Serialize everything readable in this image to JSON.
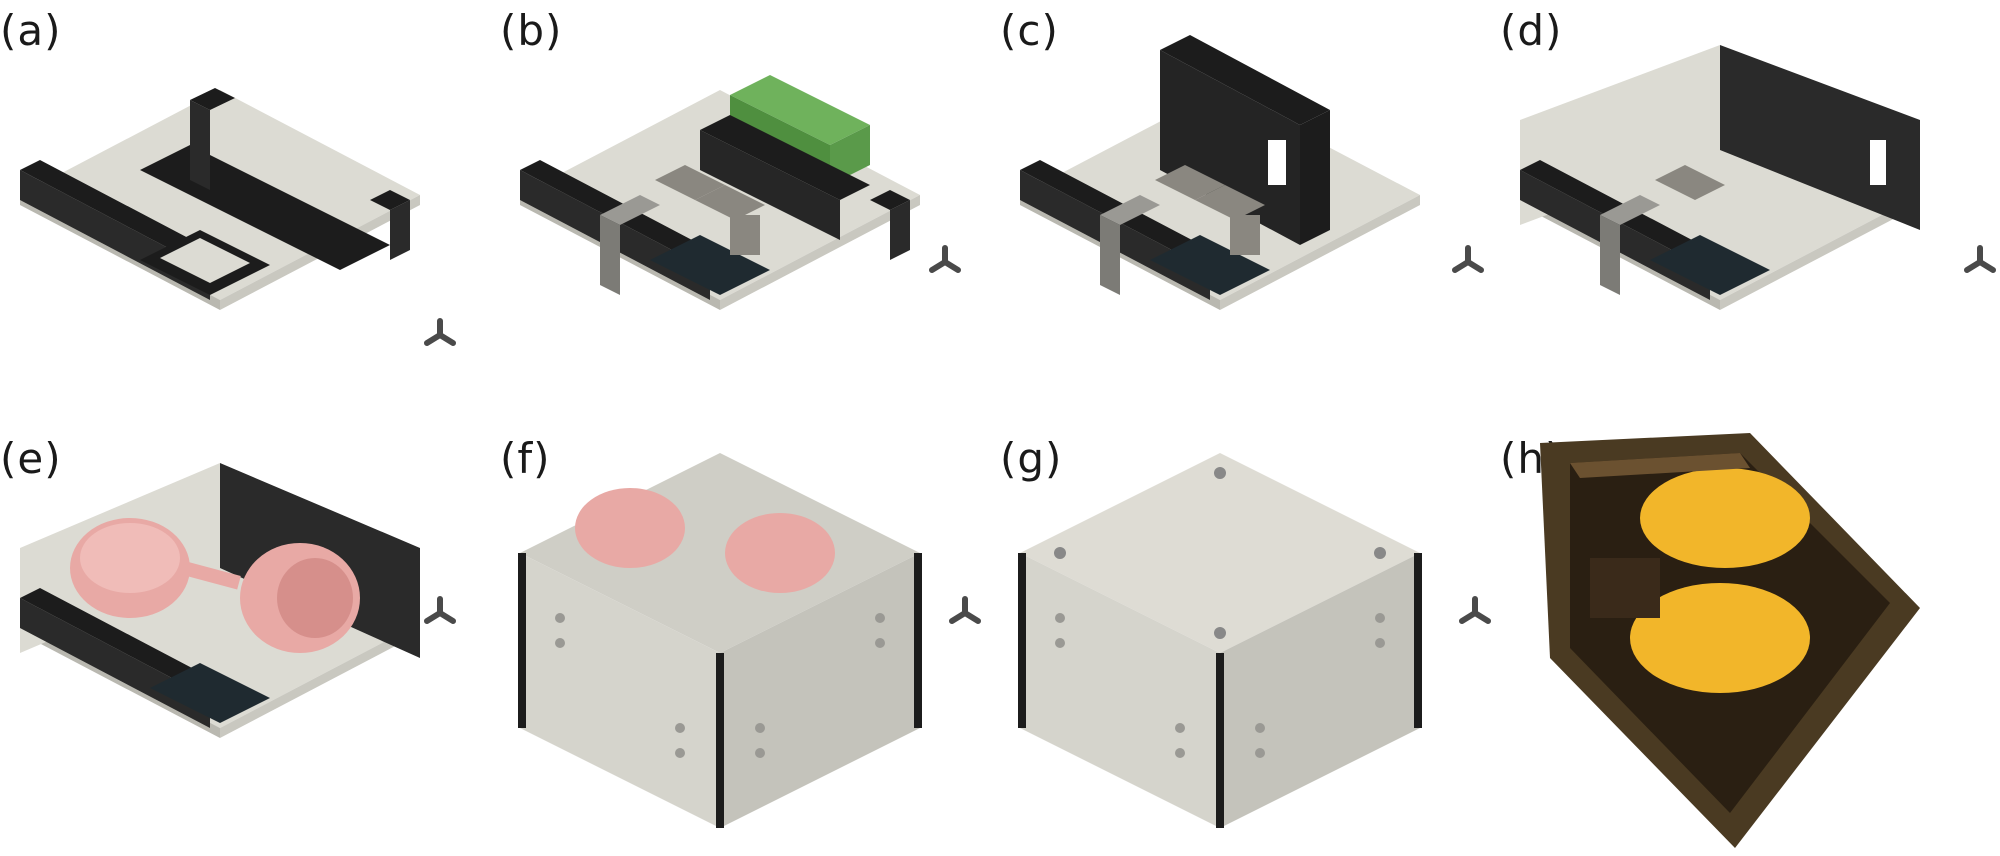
{
  "panels": [
    {
      "label": "(a)"
    },
    {
      "label": "(b)"
    },
    {
      "label": "(c)"
    },
    {
      "label": "(d)"
    },
    {
      "label": "(e)"
    },
    {
      "label": "(f)"
    },
    {
      "label": "(g)"
    },
    {
      "label": "(h)"
    }
  ],
  "colors": {
    "base_plate": "#dcdbd3",
    "base_plate_side": "#b9b8b0",
    "frame_black": "#1c1c1c",
    "green_block": "#5a9a4a",
    "grey_metal": "#8a8780",
    "pink_cup": "#e8a9a5",
    "side_panel": "#d5d4cc",
    "lid": "#dedcd4",
    "photo_frame": "#4a3a22",
    "photo_cup": "#f2b62a",
    "axis_icon": "#4a4a4a"
  }
}
